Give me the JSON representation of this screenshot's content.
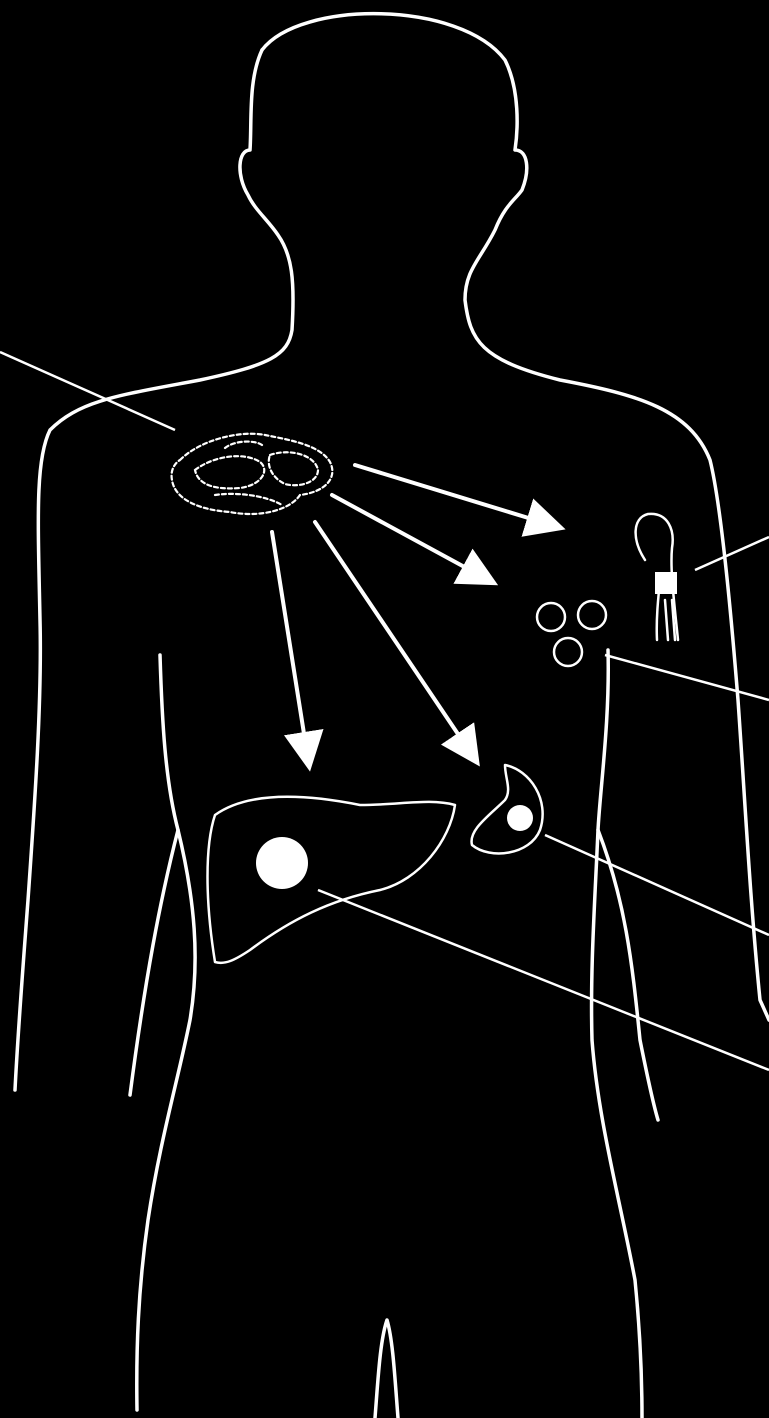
{
  "colors": {
    "background": "#000000",
    "line": "#ffffff"
  },
  "diagram": {
    "subject": "human-torso-outline",
    "elements": [
      {
        "name": "body-outline"
      },
      {
        "name": "lung-tumor-origin"
      },
      {
        "name": "lymph-nodes"
      },
      {
        "name": "adrenal-gland"
      },
      {
        "name": "liver"
      },
      {
        "name": "bone-femur-head"
      },
      {
        "name": "arrows-metastasis-spread"
      },
      {
        "name": "label-leader-lines"
      }
    ]
  }
}
